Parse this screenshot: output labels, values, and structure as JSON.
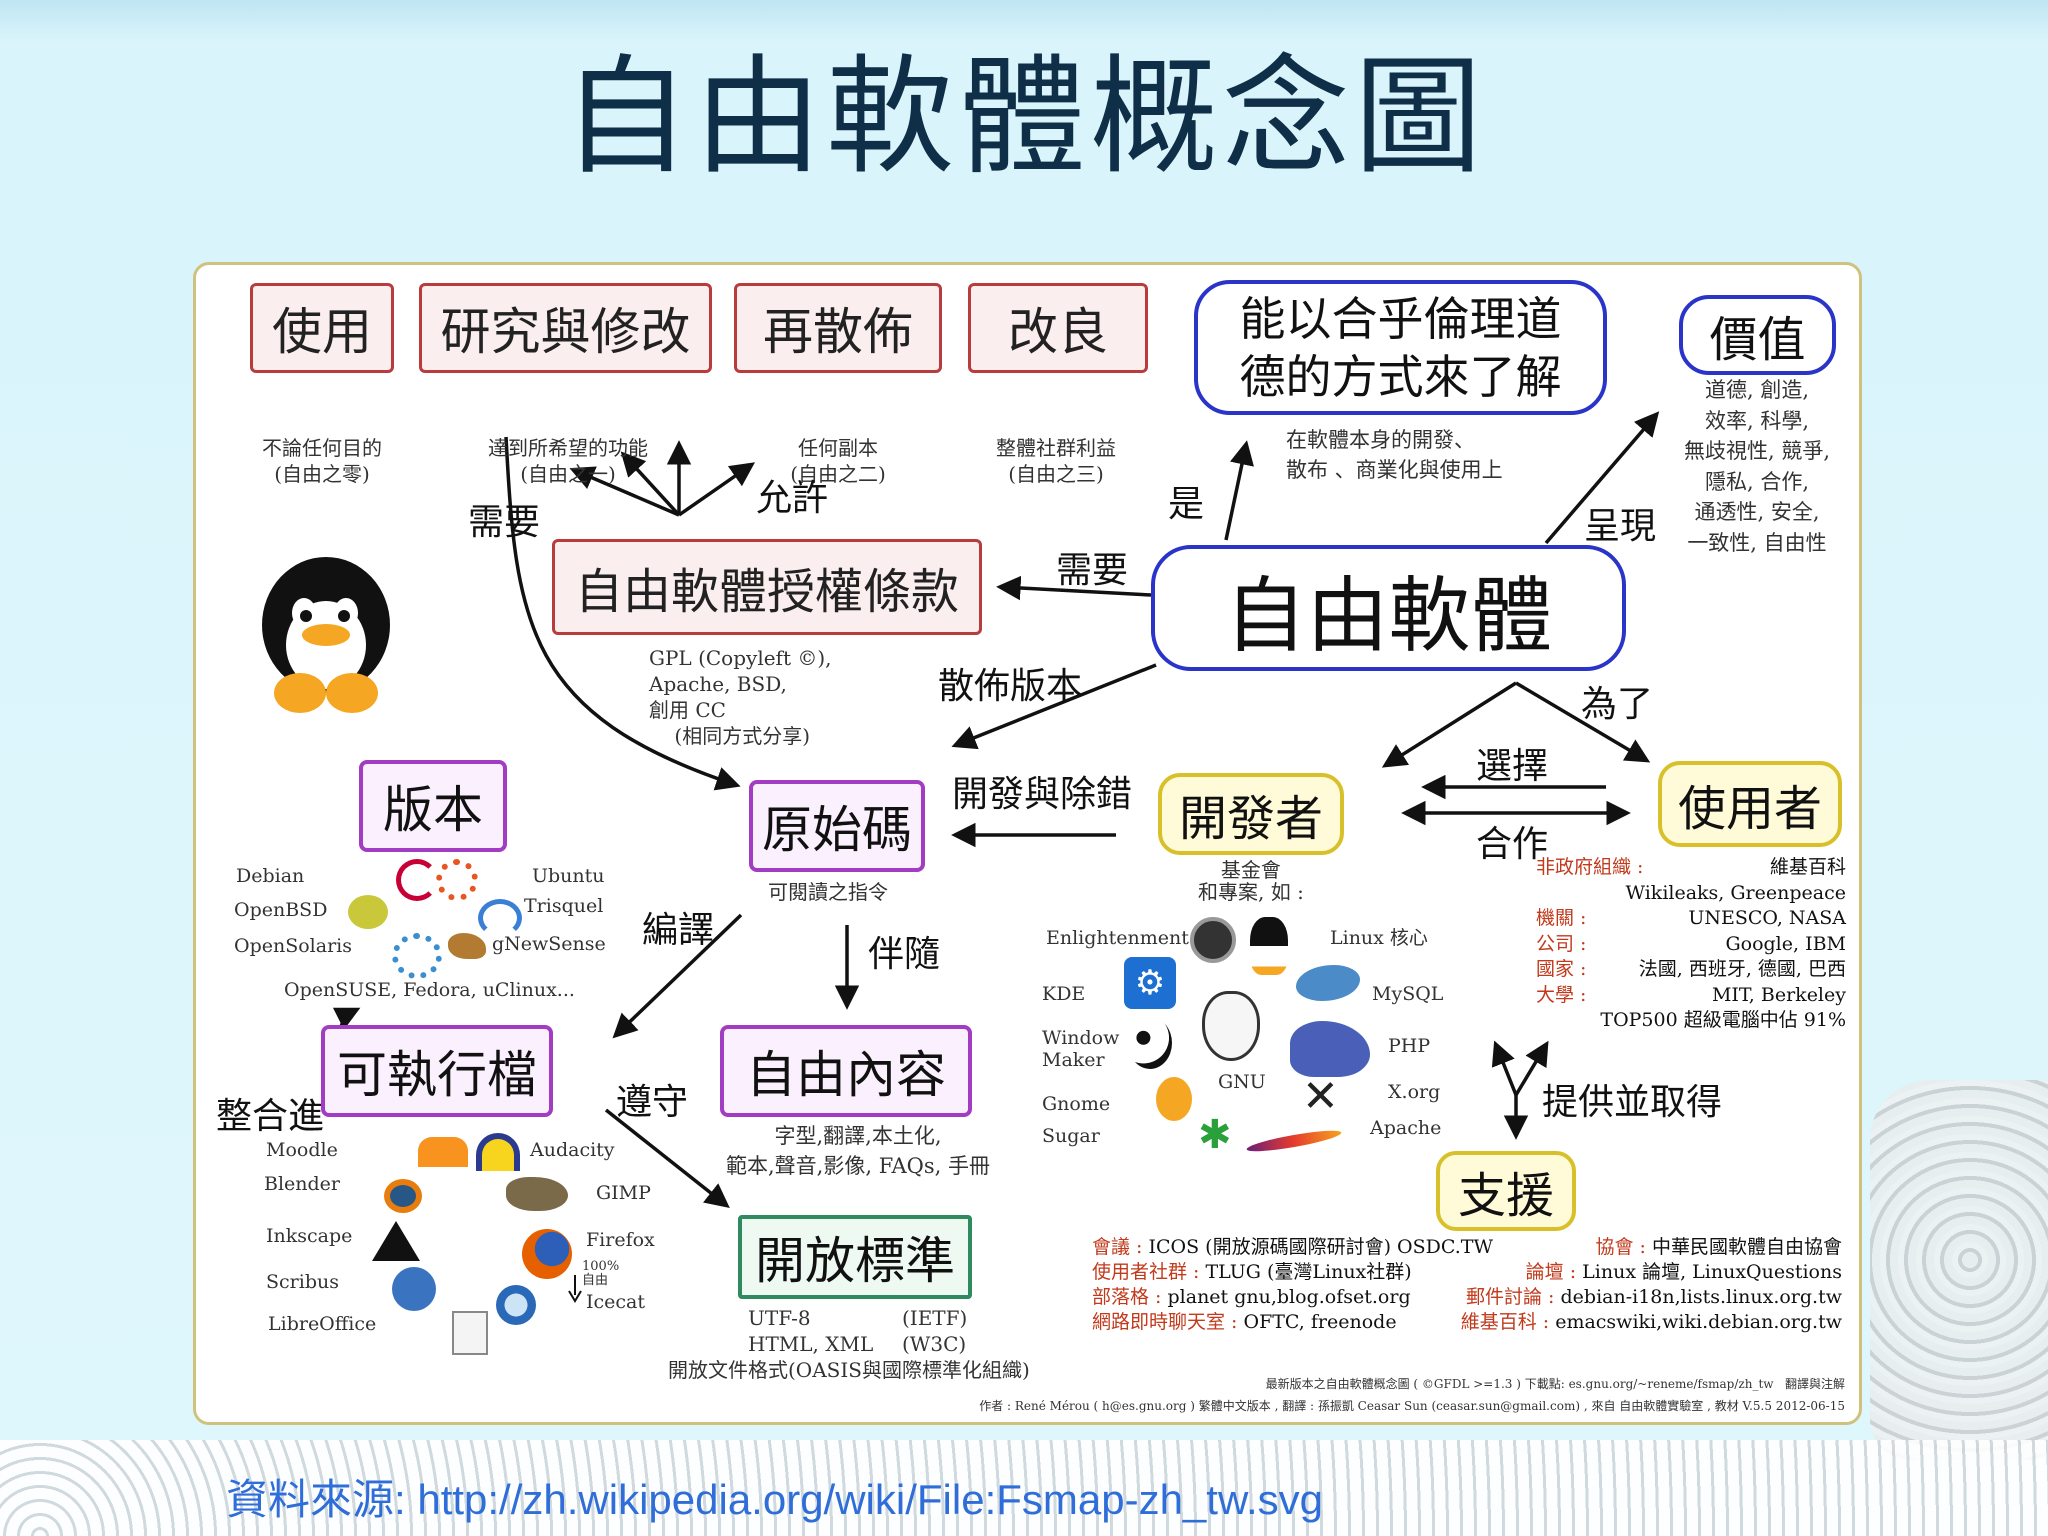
{
  "title": "自由軟體概念圖",
  "center": "自由軟體",
  "freedoms": [
    {
      "label": "使用",
      "desc": "不論任何目的",
      "num": "(自由之零)"
    },
    {
      "label": "研究與修改",
      "desc": "達到所希望的功能",
      "num": "(自由之一)"
    },
    {
      "label": "再散佈",
      "desc": "任何副本",
      "num": "(自由之二)"
    },
    {
      "label": "改良",
      "desc": "整體社群利益",
      "num": "(自由之三)"
    }
  ],
  "ethics": {
    "label": "能以合乎倫理道\n德的方式來了解",
    "note": "在軟體本身的開發、\n散布 、商業化與使用上"
  },
  "values": {
    "label": "價值",
    "note": "道德, 創造,\n效率, 科學,\n無歧視性, 競爭,\n隱私, 合作,\n通透性, 安全,\n一致性, 自由性"
  },
  "license": {
    "label": "自由軟體授權條款",
    "note": "GPL (Copyleft ©),\nApache, BSD,\n創用 CC\n    (相同方式分享)"
  },
  "source_code": {
    "label": "原始碼",
    "note": "可閱讀之指令"
  },
  "developers": {
    "label": "開發者",
    "note": "基金會\n和專案, 如 :"
  },
  "users": {
    "label": "使用者"
  },
  "distro": {
    "label": "版本"
  },
  "executable": {
    "label": "可執行檔"
  },
  "free_content": {
    "label": "自由內容",
    "note": "字型,翻譯,本土化,\n範本,聲音,影像, FAQs, 手冊"
  },
  "open_standards": {
    "label": "開放標準"
  },
  "support": {
    "label": "支援"
  },
  "edge_labels": {
    "need1": "需要",
    "allow": "允許",
    "is": "是",
    "present": "呈現",
    "need2": "需要",
    "distribute": "散佈版本",
    "for": "為了",
    "choose": "選擇",
    "cooperate": "合作",
    "dev_debug": "開發與除錯",
    "compile": "編譯",
    "accompany": "伴隨",
    "integrate": "整合進",
    "comply": "遵守",
    "provide": "提供並取得"
  },
  "distro_list": [
    "Debian",
    "Ubuntu",
    "OpenBSD",
    "Trisquel",
    "OpenSolaris",
    "gNewSense",
    "OpenSUSE, Fedora, uClinux..."
  ],
  "apps": [
    "Moodle",
    "Audacity",
    "Blender",
    "GIMP",
    "Inkscape",
    "Firefox",
    "Scribus",
    "100%\n自由",
    "Icecat",
    "LibreOffice"
  ],
  "projects": [
    "Enlightenment",
    "Linux 核心",
    "KDE",
    "MySQL",
    "Window\nMaker",
    "PHP",
    "GNU",
    "Gnome",
    "X.org",
    "Sugar",
    "Apache"
  ],
  "standards": [
    [
      "UTF-8",
      "(IETF)"
    ],
    [
      "HTML, XML",
      "(W3C)"
    ]
  ],
  "standards_doc": "開放文件格式(OASIS與國際標準化組織)",
  "user_groups": [
    [
      "非政府組織 :",
      "維基百科"
    ],
    [
      "",
      "Wikileaks, Greenpeace"
    ],
    [
      "機關 :",
      "UNESCO, NASA"
    ],
    [
      "公司 :",
      "Google, IBM"
    ],
    [
      "國家 :",
      "法國, 西班牙, 德國, 巴西"
    ],
    [
      "大學 :",
      "MIT, Berkeley"
    ],
    [
      "",
      "TOP500 超級電腦中佔 91%"
    ]
  ],
  "support_rows": [
    [
      [
        "會議 :",
        "ICOS (開放源碼國際研討會) OSDC.TW"
      ],
      [
        "協會 :",
        "中華民國軟體自由協會"
      ]
    ],
    [
      [
        "使用者社群 :",
        "TLUG (臺灣Linux社群)"
      ],
      [
        "論壇 :",
        "Linux 論壇, LinuxQuestions"
      ]
    ],
    [
      [
        "部落格 :",
        "planet gnu,blog.ofset.org"
      ],
      [
        "郵件討論 :",
        "debian-i18n,lists.linux.org.tw"
      ]
    ],
    [
      [
        "網路即時聊天室 :",
        "OFTC, freenode"
      ],
      [
        "維基百科 :",
        "emacswiki,wiki.debian.org.tw"
      ]
    ]
  ],
  "footer1": "最新版本之自由軟體概念圖 ( ©GFDL >=1.3 ) 下載點: es.gnu.org/~reneme/fsmap/zh_tw   翻譯與注解",
  "footer2": "作者 : René Mérou ( h@es.gnu.org ) 繁體中文版本 , 翻譯 : 孫振凱 Ceasar Sun (ceasar.sun@gmail.com) , 來自 自由軟體實驗室 , 教材 V.5.5 2012-06-15",
  "source_link": "資料來源: http://zh.wikipedia.org/wiki/File:Fsmap-zh_tw.svg"
}
